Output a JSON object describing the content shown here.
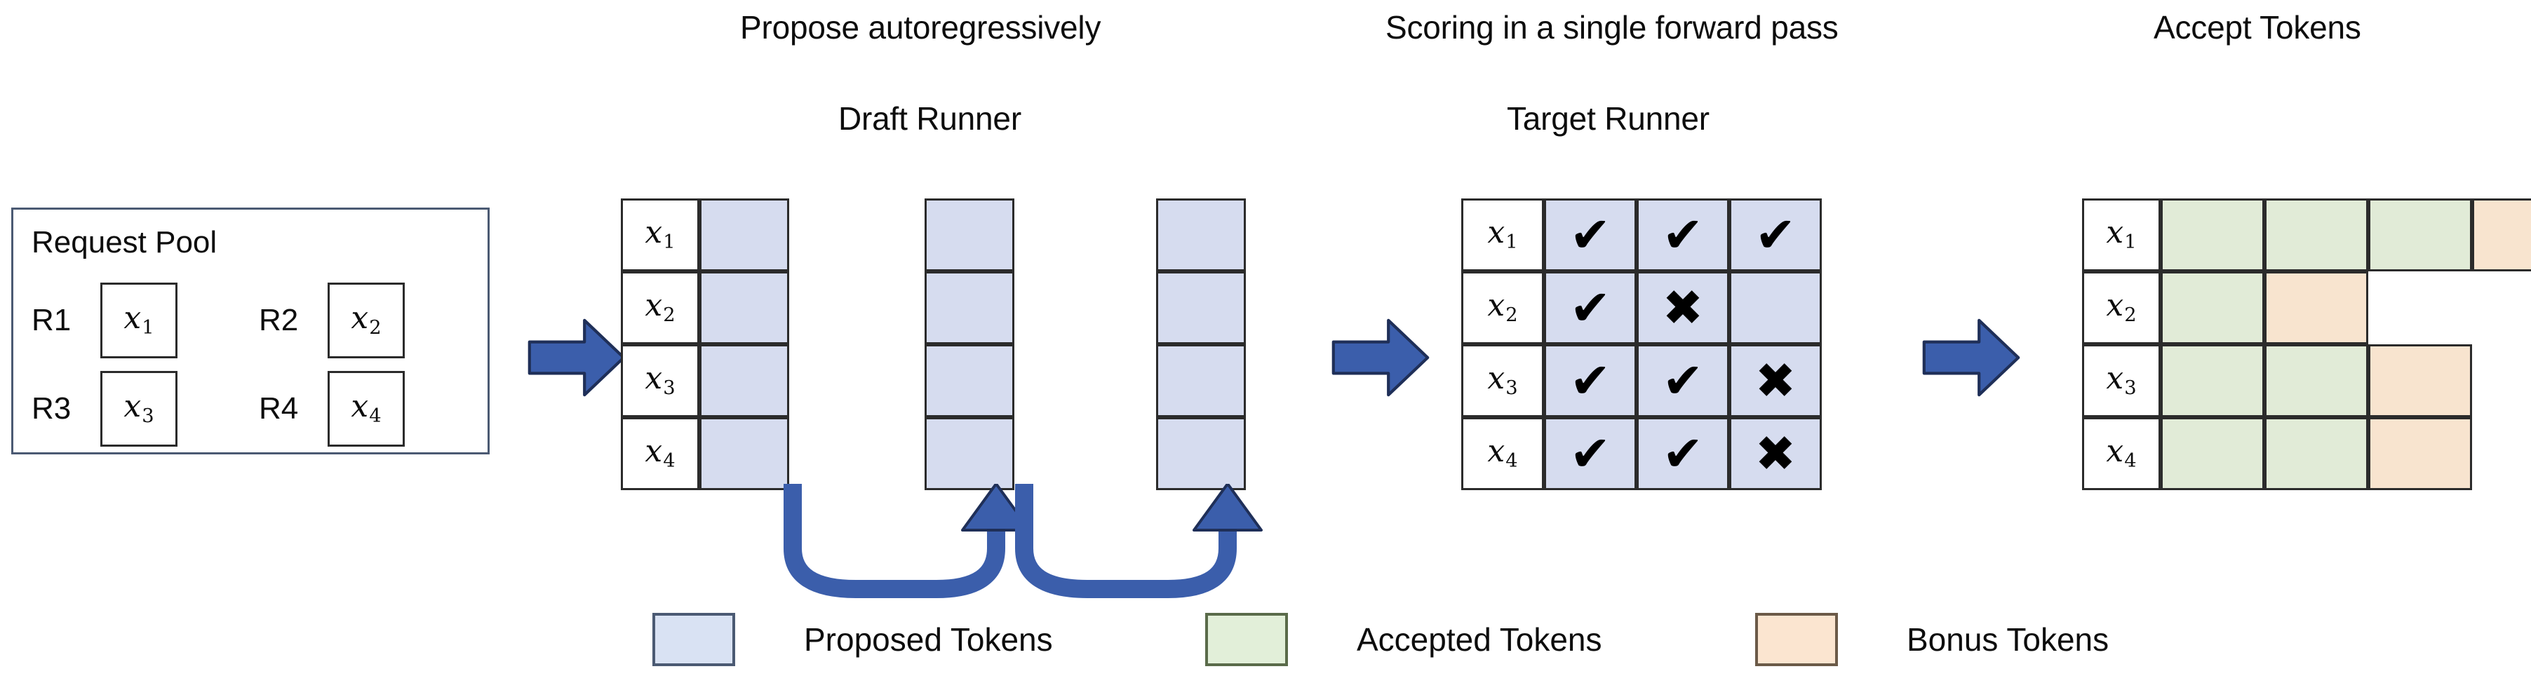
{
  "headings": {
    "propose": "Propose autoregressively",
    "draft_runner": "Draft Runner",
    "scoring": "Scoring in a single forward pass",
    "target_runner": "Target Runner",
    "accept_tokens": "Accept Tokens"
  },
  "request_pool": {
    "label": "Request Pool",
    "requests": [
      {
        "tag": "R1",
        "token": "x",
        "sub": "1"
      },
      {
        "tag": "R2",
        "token": "x",
        "sub": "2"
      },
      {
        "tag": "R3",
        "token": "x",
        "sub": "3"
      },
      {
        "tag": "R4",
        "token": "x",
        "sub": "4"
      }
    ]
  },
  "draft_runner": {
    "rows": [
      {
        "token": "x",
        "sub": "1"
      },
      {
        "token": "x",
        "sub": "2"
      },
      {
        "token": "x",
        "sub": "3"
      },
      {
        "token": "x",
        "sub": "4"
      }
    ],
    "step_count": 3,
    "cell_fill": "proposed"
  },
  "target_runner": {
    "rows": [
      {
        "token": "x",
        "sub": "1",
        "marks": [
          "check",
          "check",
          "check"
        ]
      },
      {
        "token": "x",
        "sub": "2",
        "marks": [
          "check",
          "cross",
          "none"
        ]
      },
      {
        "token": "x",
        "sub": "3",
        "marks": [
          "check",
          "check",
          "cross"
        ]
      },
      {
        "token": "x",
        "sub": "4",
        "marks": [
          "check",
          "check",
          "cross"
        ]
      }
    ],
    "glyphs": {
      "check": "✔",
      "cross": "✖",
      "none": ""
    }
  },
  "accept_tokens": {
    "rows": [
      {
        "token": "x",
        "sub": "1",
        "cells": [
          "accepted",
          "accepted",
          "accepted",
          "bonus"
        ]
      },
      {
        "token": "x",
        "sub": "2",
        "cells": [
          "accepted",
          "bonus"
        ]
      },
      {
        "token": "x",
        "sub": "3",
        "cells": [
          "accepted",
          "accepted",
          "bonus"
        ]
      },
      {
        "token": "x",
        "sub": "4",
        "cells": [
          "accepted",
          "accepted",
          "bonus"
        ]
      }
    ]
  },
  "legend": [
    {
      "kind": "proposed",
      "label": "Proposed Tokens",
      "color": "#d9e2f3"
    },
    {
      "kind": "accepted",
      "label": "Accepted Tokens",
      "color": "#e2efd9"
    },
    {
      "kind": "bonus",
      "label": "Bonus Tokens",
      "color": "#fbe5d0"
    }
  ],
  "colors": {
    "proposed": "#d6dcef",
    "accepted": "#e1ebd7",
    "bonus": "#f8e4cf",
    "arrow_blue": "#3b5eab",
    "border_dark": "#2b2b2b",
    "border_blue_grey": "#4b5a73",
    "text": "#0d0d0d",
    "background": "#ffffff"
  },
  "icons": {
    "flow_arrow": "right-block-arrow-icon",
    "feedback_arrow": "u-turn-arrow-icon",
    "check": "check-icon",
    "cross": "cross-icon"
  }
}
